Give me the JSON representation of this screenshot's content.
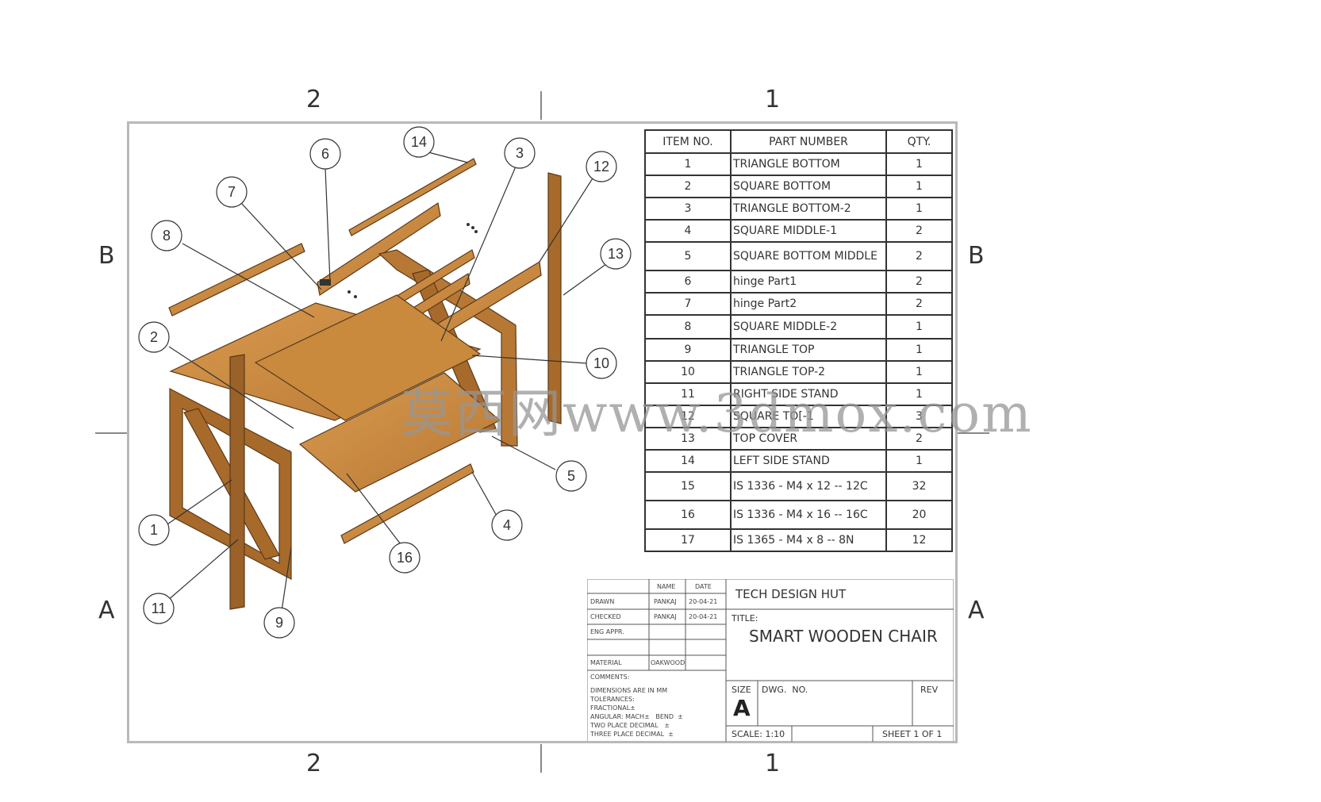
{
  "zones": {
    "col_left": "2",
    "col_right": "1",
    "row_top": "B",
    "row_bottom": "A"
  },
  "bom": {
    "headers": [
      "ITEM NO.",
      "PART NUMBER",
      "QTY."
    ],
    "rows": [
      [
        "1",
        "TRIANGLE BOTTOM",
        "1"
      ],
      [
        "2",
        "SQUARE BOTTOM",
        "1"
      ],
      [
        "3",
        "TRIANGLE BOTTOM-2",
        "1"
      ],
      [
        "4",
        "SQUARE MIDDLE-1",
        "2"
      ],
      [
        "5",
        "SQUARE BOTTOM MIDDLE",
        "2"
      ],
      [
        "6",
        "hinge Part1",
        "2"
      ],
      [
        "7",
        "hinge Part2",
        "2"
      ],
      [
        "8",
        "SQUARE MIDDLE-2",
        "1"
      ],
      [
        "9",
        "TRIANGLE TOP",
        "1"
      ],
      [
        "10",
        "TRIANGLE TOP-2",
        "1"
      ],
      [
        "11",
        "RIGHT SIDE STAND",
        "1"
      ],
      [
        "12",
        "SQUARE TO[-1",
        "3"
      ],
      [
        "13",
        "TOP COVER",
        "2"
      ],
      [
        "14",
        "LEFT SIDE STAND",
        "1"
      ],
      [
        "15",
        "IS 1336 - M4 x 12 -- 12C",
        "32"
      ],
      [
        "16",
        "IS 1336 - M4 x 16 -- 16C",
        "20"
      ],
      [
        "17",
        "IS 1365 - M4 x 8 -- 8N",
        "12"
      ]
    ]
  },
  "balloons": [
    "1",
    "2",
    "3",
    "4",
    "5",
    "6",
    "7",
    "8",
    "9",
    "10",
    "11",
    "12",
    "13",
    "14",
    "16"
  ],
  "title_block": {
    "name_hdr": "NAME",
    "date_hdr": "DATE",
    "drawn": "DRAWN",
    "drawn_name": "PANKAJ",
    "drawn_date": "20-04-21",
    "checked": "CHECKED",
    "checked_name": "PANKAJ",
    "checked_date": "20-04-21",
    "eng_appr": "ENG APPR.",
    "material_label": "MATERIAL",
    "material": "OAKWOOD",
    "comments": "COMMENTS:",
    "note1": "DIMENSIONS ARE IN MM",
    "note2": "TOLERANCES:",
    "note3": "FRACTIONAL±",
    "note4": "ANGULAR: MACH±   BEND  ±",
    "note5": "TWO PLACE DECIMAL   ±",
    "note6": "THREE PLACE DECIMAL  ±",
    "company": "TECH DESIGN HUT",
    "title_label": "TITLE:",
    "title": "SMART WOODEN CHAIR",
    "size_label": "SIZE",
    "size": "A",
    "dwg_label": "DWG.  NO.",
    "rev_label": "REV",
    "scale": "SCALE: 1:10",
    "sheet": "SHEET 1 OF 1"
  },
  "watermark": "莫西网www.3dmox.com",
  "colors": {
    "wood": "#c98a3e",
    "wood_dark": "#8b5a2b",
    "border": "#b9b9b9"
  }
}
